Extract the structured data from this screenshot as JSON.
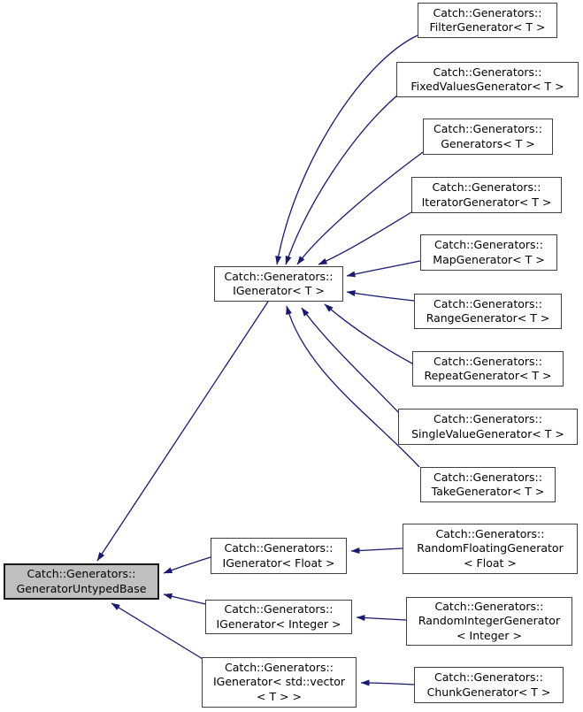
{
  "diagram_type": "class-inheritance-graph",
  "colors": {
    "edge_color": "#191970",
    "node_border": "#404040",
    "highlight_fill": "#bfbfbf",
    "text": "#000000",
    "background": "#ffffff"
  },
  "nodes": [
    {
      "id": "filter-generator",
      "lines": [
        "Catch::Generators::",
        "FilterGenerator< T >"
      ]
    },
    {
      "id": "fixed-values-generator",
      "lines": [
        "Catch::Generators::",
        "FixedValuesGenerator< T >"
      ]
    },
    {
      "id": "generators",
      "lines": [
        "Catch::Generators::",
        "Generators< T >"
      ]
    },
    {
      "id": "iterator-generator",
      "lines": [
        "Catch::Generators::",
        "IteratorGenerator< T >"
      ]
    },
    {
      "id": "map-generator",
      "lines": [
        "Catch::Generators::",
        "MapGenerator< T >"
      ]
    },
    {
      "id": "igenerator-t",
      "lines": [
        "Catch::Generators::",
        "IGenerator< T >"
      ]
    },
    {
      "id": "range-generator",
      "lines": [
        "Catch::Generators::",
        "RangeGenerator< T >"
      ]
    },
    {
      "id": "repeat-generator",
      "lines": [
        "Catch::Generators::",
        "RepeatGenerator< T >"
      ]
    },
    {
      "id": "single-value-generator",
      "lines": [
        "Catch::Generators::",
        "SingleValueGenerator< T >"
      ]
    },
    {
      "id": "take-generator",
      "lines": [
        "Catch::Generators::",
        "TakeGenerator< T >"
      ]
    },
    {
      "id": "generator-untyped-base",
      "lines": [
        "Catch::Generators::",
        "GeneratorUntypedBase"
      ]
    },
    {
      "id": "igenerator-float",
      "lines": [
        "Catch::Generators::",
        "IGenerator< Float >"
      ]
    },
    {
      "id": "random-floating-generator",
      "lines": [
        "Catch::Generators::",
        "RandomFloatingGenerator",
        "< Float >"
      ]
    },
    {
      "id": "igenerator-integer",
      "lines": [
        "Catch::Generators::",
        "IGenerator< Integer >"
      ]
    },
    {
      "id": "random-integer-generator",
      "lines": [
        "Catch::Generators::",
        "RandomIntegerGenerator",
        "< Integer >"
      ]
    },
    {
      "id": "igenerator-std-vector",
      "lines": [
        "Catch::Generators::",
        "IGenerator< std::vector",
        "< T > >"
      ]
    },
    {
      "id": "chunk-generator",
      "lines": [
        "Catch::Generators::",
        "ChunkGenerator< T >"
      ]
    }
  ],
  "edges": [
    {
      "from": "filter-generator",
      "to": "igenerator-t"
    },
    {
      "from": "fixed-values-generator",
      "to": "igenerator-t"
    },
    {
      "from": "generators",
      "to": "igenerator-t"
    },
    {
      "from": "iterator-generator",
      "to": "igenerator-t"
    },
    {
      "from": "map-generator",
      "to": "igenerator-t"
    },
    {
      "from": "range-generator",
      "to": "igenerator-t"
    },
    {
      "from": "repeat-generator",
      "to": "igenerator-t"
    },
    {
      "from": "single-value-generator",
      "to": "igenerator-t"
    },
    {
      "from": "take-generator",
      "to": "igenerator-t"
    },
    {
      "from": "igenerator-t",
      "to": "generator-untyped-base"
    },
    {
      "from": "igenerator-float",
      "to": "generator-untyped-base"
    },
    {
      "from": "igenerator-integer",
      "to": "generator-untyped-base"
    },
    {
      "from": "igenerator-std-vector",
      "to": "generator-untyped-base"
    },
    {
      "from": "random-floating-generator",
      "to": "igenerator-float"
    },
    {
      "from": "random-integer-generator",
      "to": "igenerator-integer"
    },
    {
      "from": "chunk-generator",
      "to": "igenerator-std-vector"
    }
  ]
}
